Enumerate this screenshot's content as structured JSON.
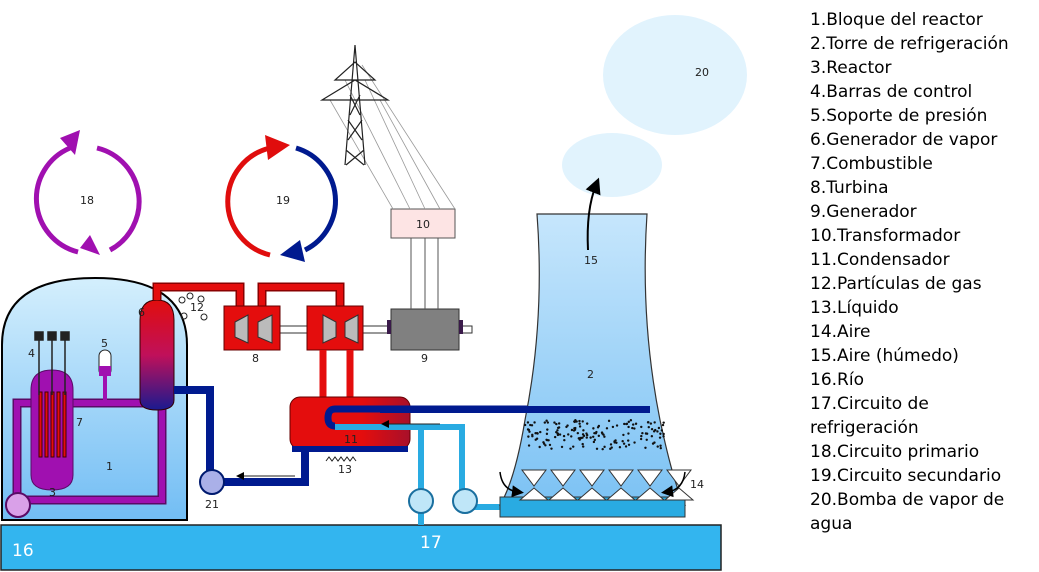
{
  "labels": {
    "n1": "1",
    "n2": "2",
    "n3": "3",
    "n4": "4",
    "n5": "5",
    "n6": "6",
    "n7": "7",
    "n8": "8",
    "n9": "9",
    "n10": "10",
    "n11": "11",
    "n12": "12",
    "n13": "13",
    "n14": "14",
    "n15": "15",
    "n16": "16",
    "n17": "17",
    "n18": "18",
    "n19": "19",
    "n20": "20",
    "n21": "21"
  },
  "legend": [
    "1.Bloque del reactor",
    "2.Torre de refrigeración",
    "3.Reactor",
    "4.Barras de control",
    "5.Soporte de presión",
    "6.Generador de vapor",
    "7.Combustible",
    "8.Turbina",
    "9.Generador",
    "10.Transformador",
    "11.Condensador",
    "12.Partículas de gas",
    "13.Líquido",
    "14.Aire",
    "15.Aire (húmedo)",
    "16.Río",
    "17.Circuito de refrigeración",
    "18.Circuito primario",
    "19.Circuito secundario",
    "20.Bomba de vapor de agua"
  ],
  "colors": {
    "primary": "#a010b0",
    "secondary_hot": "#e00d0d",
    "secondary_cold": "#001a8f",
    "cooling": "#29abe2",
    "river": "#33b5ef"
  }
}
